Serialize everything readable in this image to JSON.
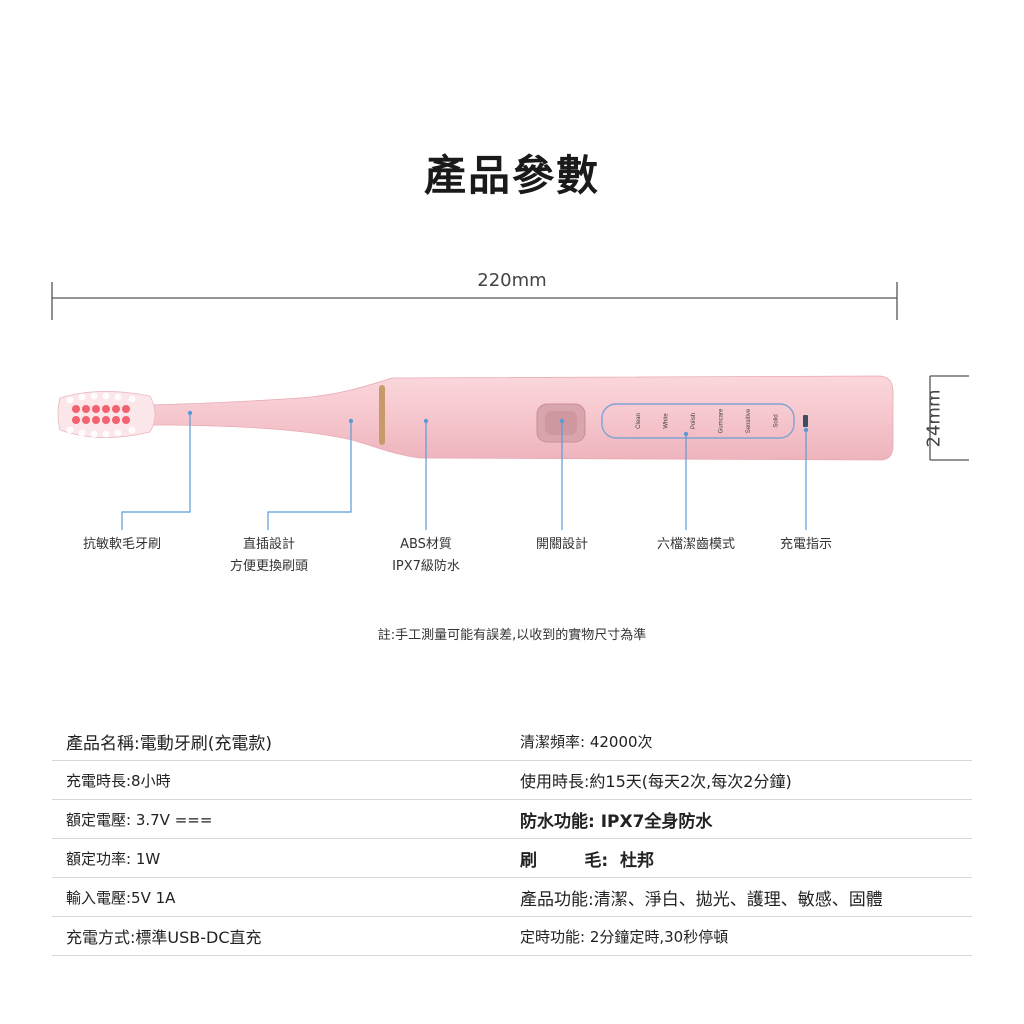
{
  "title": "產品參數",
  "dimensions": {
    "length": "220mm",
    "diameter": "24mm"
  },
  "buttons": {
    "mode_labels": [
      "Clean",
      "White",
      "Polish",
      "Gumcare",
      "Sensitive",
      "Solid"
    ]
  },
  "callouts": [
    {
      "line1": "抗敏軟毛牙刷",
      "line2": ""
    },
    {
      "line1": "直插設計",
      "line2": "方便更換刷頭"
    },
    {
      "line1": "ABS材質",
      "line2": "IPX7級防水"
    },
    {
      "line1": "開關設計",
      "line2": ""
    },
    {
      "line1": "六檔潔齒模式",
      "line2": ""
    },
    {
      "line1": "充電指示",
      "line2": ""
    }
  ],
  "note": "註:手工測量可能有誤差,以收到的實物尺寸為準",
  "specs": [
    {
      "left": "產品名稱:電動牙刷(充電款)",
      "right": "清潔頻率: 42000次"
    },
    {
      "left": "充電時長:8小時",
      "right": "使用時長:約15天(每天2次,每次2分鐘)"
    },
    {
      "left": "額定電壓: 3.7V ===",
      "right": "防水功能:  IPX7全身防水"
    },
    {
      "left": "額定功率: 1W",
      "right": "刷        毛:  杜邦"
    },
    {
      "left": "輸入電壓:5V 1A",
      "right": "產品功能:清潔、淨白、拋光、護理、敏感、固體"
    },
    {
      "left": "充電方式:標準USB-DC直充",
      "right": "定時功能: 2分鐘定時,30秒停頓"
    }
  ],
  "colors": {
    "body_pink": "#f6c9cf",
    "callout_line": "#5b9bd5",
    "ring_gold": "#c89a6a"
  }
}
